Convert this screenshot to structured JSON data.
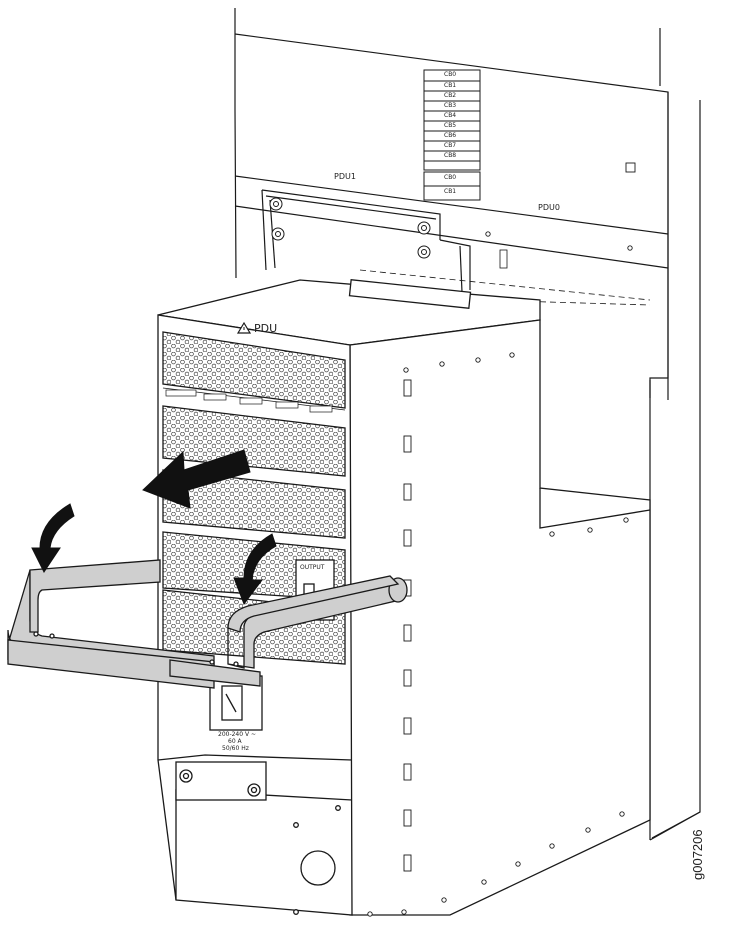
{
  "labels": {
    "pdu_main": "PDU",
    "pdu_slot_1": "PDU1",
    "pdu_slot_0": "PDU0",
    "output_switch": "OUTPUT",
    "voltage_rating": "200-240 V ~",
    "current_rating": "60 A",
    "frequency_rating": "50/60 Hz",
    "figure_id": "g007206"
  },
  "slot_labels": [
    "CB0",
    "CB1",
    "CB2",
    "CB3",
    "CB4",
    "CB5",
    "CB6",
    "CB7",
    "CB8"
  ],
  "slot_labels_lower": [
    "CB0",
    "CB1"
  ],
  "icons": {
    "warning": "warning-triangle-icon",
    "pull_arrow": "left-arrow-icon",
    "rotate_arrows": "curved-arrow-icon"
  },
  "colors": {
    "line": "#1a1a1a",
    "handle_fill": "#cfcfcf",
    "arrow_fill": "#111111",
    "background": "#ffffff"
  }
}
